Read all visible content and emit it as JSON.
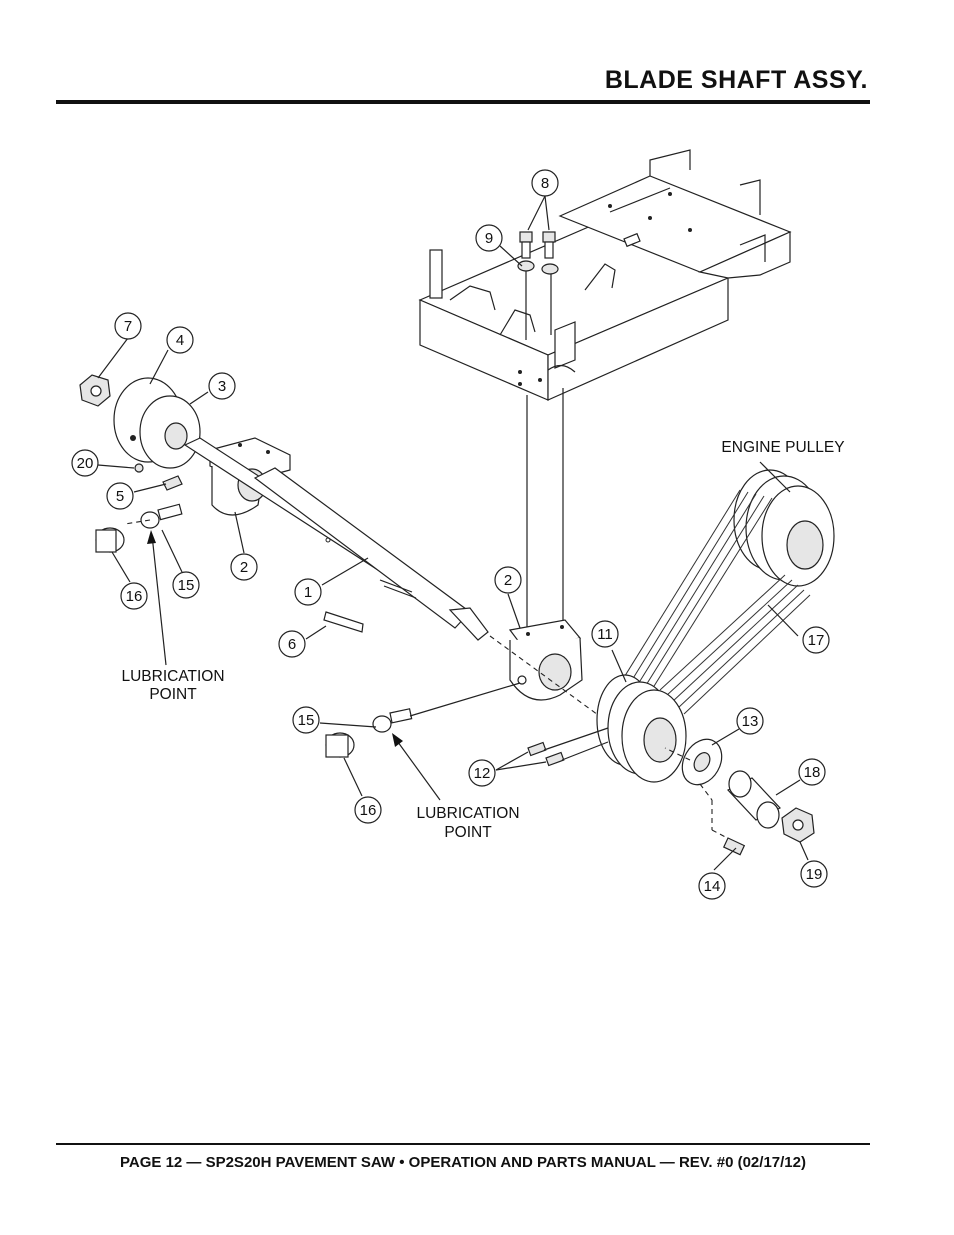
{
  "header": {
    "title": "BLADE SHAFT ASSY."
  },
  "footer": {
    "text": "PAGE 12 — SP2S20H PAVEMENT SAW • OPERATION AND PARTS MANUAL — REV. #0 (02/17/12)"
  },
  "labels": {
    "engine_pulley": "ENGINE PULLEY",
    "lubrication_point_1_line1": "LUBRICATION",
    "lubrication_point_1_line2": "POINT",
    "lubrication_point_2_line1": "LUBRICATION",
    "lubrication_point_2_line2": "POINT"
  },
  "callouts": {
    "c1": "1",
    "c2a": "2",
    "c2b": "2",
    "c3": "3",
    "c4": "4",
    "c5": "5",
    "c6": "6",
    "c7": "7",
    "c8": "8",
    "c9": "9",
    "c11": "11",
    "c12": "12",
    "c13": "13",
    "c14": "14",
    "c15a": "15",
    "c15b": "15",
    "c16a": "16",
    "c16b": "16",
    "c17": "17",
    "c18": "18",
    "c19": "19",
    "c20": "20"
  }
}
